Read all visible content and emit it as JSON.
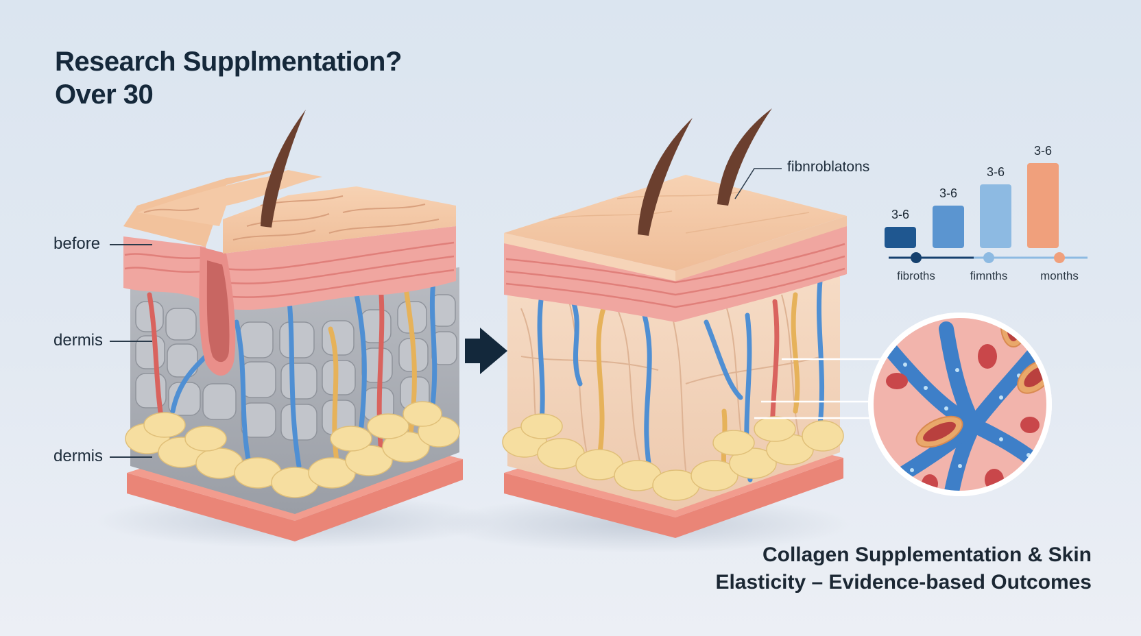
{
  "title": {
    "line1": "Research Supplmentation?",
    "line2": "Over 30"
  },
  "left_labels": {
    "top": "before",
    "middle": "dermis",
    "bottom": "dermis"
  },
  "fibro_label": "fibnroblatons",
  "subtitle": {
    "line1": "Collagen Supplementation & Skin",
    "line2": "Elasticity – Evidence-based Outcomes"
  },
  "chart_data": {
    "type": "bar",
    "categories": [
      "fibroths",
      "fimnths",
      "months"
    ],
    "series": [
      {
        "values": [
          1,
          2,
          3,
          4
        ]
      }
    ],
    "bar_labels": [
      "3-6",
      "3-6",
      "3-6",
      "3-6"
    ],
    "bar_colors": [
      "#1f5790",
      "#5b95d0",
      "#8dbae2",
      "#f0a07c"
    ],
    "marker_colors": [
      "#15406e",
      "#8dbae2",
      "#f0a07c"
    ]
  },
  "colors": {
    "skin_top": "#f2c7a4",
    "epidermis_pink": "#f0a6a0",
    "dermis_gray": "#a9acb2",
    "fat_yellow": "#f6dea0",
    "base_red": "#ef8c80",
    "vessel_blue": "#4f8fd3",
    "vessel_red": "#d9635e",
    "nerve_yellow": "#e6b25a",
    "hair": "#6b3f2e",
    "arrow": "#13283b"
  }
}
